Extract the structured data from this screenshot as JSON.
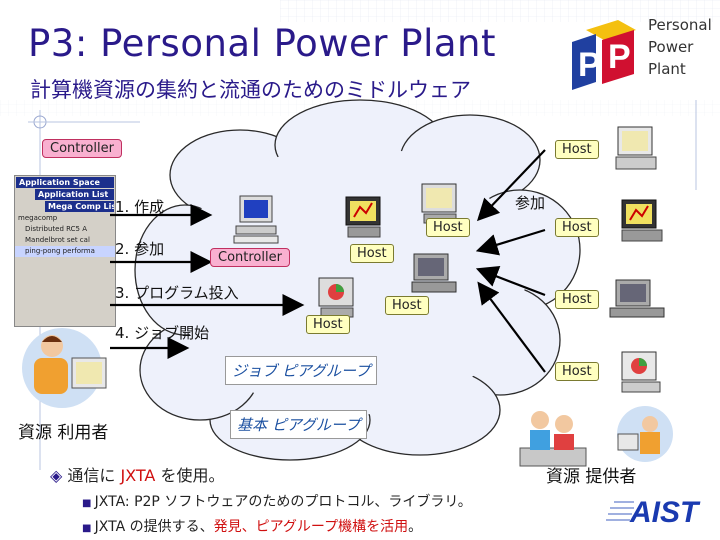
{
  "title": "P3: Personal Power Plant",
  "subtitle": "計算機資源の集約と流通のためのミドルウェア",
  "brand": {
    "lines": [
      "Personal",
      "Power",
      "Plant"
    ],
    "logo_text": "PP"
  },
  "app_window": {
    "bars": [
      "Application Space",
      "Application List",
      "Mega Comp List"
    ],
    "items": [
      "megacomp",
      "Distributed RC5 A",
      "Mandelbrot set cal",
      "ping-pong performa"
    ]
  },
  "controller_label": "Controller",
  "host_label": "Host",
  "steps": [
    "1. 作成",
    "2. 参加",
    "3. プログラム投入",
    "4. ジョブ開始"
  ],
  "join_label": "参加",
  "groups": {
    "job": "ジョブ ピアグループ",
    "base": "基本 ピアグループ"
  },
  "users": {
    "consumer": "資源 利用者",
    "provider": "資源 提供者"
  },
  "bullets": {
    "main_prefix": "通信に ",
    "main_highlight": "JXTA",
    "main_suffix": " を使用。",
    "sub1": "JXTA: P2P ソフトウェアのためのプロトコル、ライブラリ。",
    "sub2_prefix": "JXTA の提供する、",
    "sub2_highlight": "発見、ピアグループ機構を活用",
    "sub2_suffix": "。"
  },
  "footer_logo": "AIST",
  "colors": {
    "title": "#2a1a8a",
    "accent_red": "#d01010",
    "controller_bg": "#f9b0d0",
    "host_bg": "#ffffc0",
    "cloud_fill": "#eef1fb"
  }
}
